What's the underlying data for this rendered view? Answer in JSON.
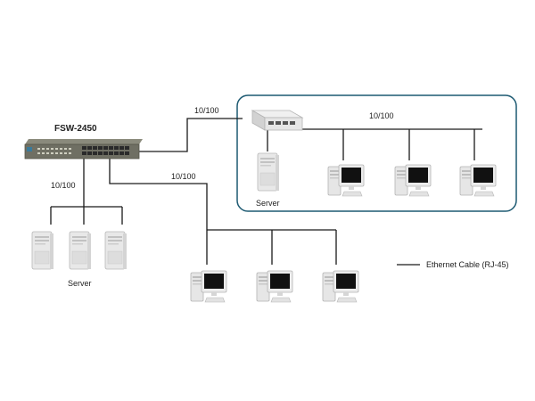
{
  "switch": {
    "model": "FSW-2450"
  },
  "links": {
    "to_group_switch": "10/100",
    "group_switch_bus": "10/100",
    "to_servers": "10/100",
    "to_workstations": "10/100"
  },
  "group": {
    "server_label": "Server"
  },
  "servers": {
    "label": "Server"
  },
  "legend": {
    "text": "Ethernet Cable (RJ-45)"
  },
  "colors": {
    "group_border": "#1d5a72",
    "switch_body": "#6f6f63",
    "switch_ports": "#2a2a2a",
    "screen": "#111111"
  }
}
